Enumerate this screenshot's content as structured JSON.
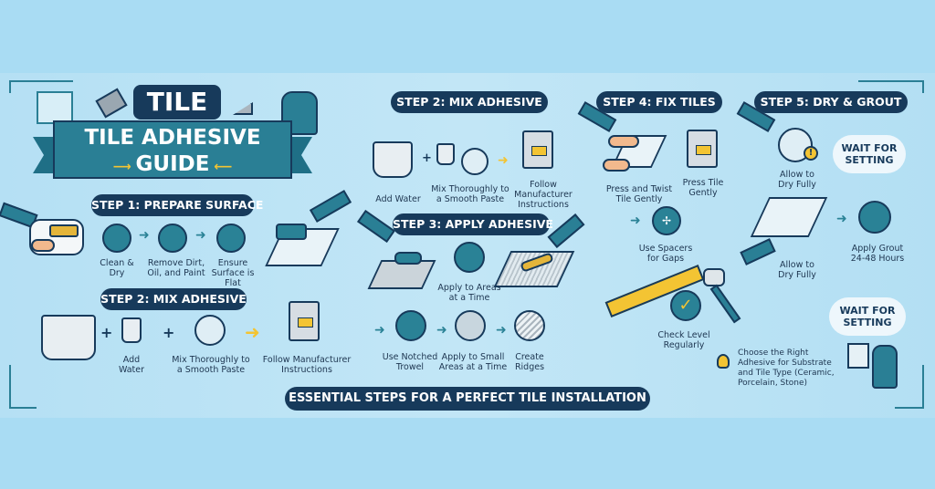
{
  "header": {
    "tile": "TILE",
    "title_line1": "TILE ADHESIVE",
    "title_line2": "GUIDE"
  },
  "left": {
    "step1": {
      "title": "STEP 1: PREPARE SURFACE",
      "items": [
        "Clean & Dry",
        "Remove Dirt, Oil, and Paint",
        "Ensure Surface is Flat"
      ]
    },
    "step2": {
      "title": "STEP 2: MIX ADHESIVE",
      "items": [
        "Add Water",
        "Mix Thoroughly to a Smooth Paste",
        "Follow Manufacturer Instructions"
      ]
    }
  },
  "middle": {
    "step2": {
      "title": "STEP 2: MIX ADHESIVE",
      "items": [
        "Add Water",
        "Mix Thoroughly to a Smooth Paste",
        "Follow Manufacturer Instructions"
      ]
    },
    "step3": {
      "title": "STEP 3: APPLY ADHESIVE",
      "top_item": "Apply to Areas at a Time",
      "items": [
        "Use Notched Trowel",
        "Apply to Small Areas at a Time",
        "Create Ridges"
      ]
    }
  },
  "step4": {
    "title": "STEP 4: FIX TILES",
    "items": [
      "Press and Twist Tile Gently",
      "Press Tile Gently",
      "Use Spacers for Gaps",
      "Check Level Regularly"
    ]
  },
  "step5": {
    "title": "STEP 5: DRY & GROUT",
    "items": [
      "Allow to Dry Fully",
      "Allow to Dry Fully",
      "Apply Grout 24-48 Hours"
    ],
    "cloud1": "WAIT FOR SETTING",
    "cloud2": "WAIT FOR SETTING"
  },
  "tip": "Choose the Right Adhesive for Substrate and Tile Type (Ceramic, Porcelain, Stone)",
  "footer": "ESSENTIAL STEPS FOR A PERFECT TILE INSTALLATION",
  "colors": {
    "background": "#a9dcf3",
    "navy": "#173a5b",
    "teal": "#2a8296",
    "accent": "#f3c433"
  },
  "icons": [
    "brush-icon",
    "sponge-icon",
    "level-surface-icon",
    "bucket-icon",
    "water-drop-icon",
    "mixing-bowl-icon",
    "adhesive-bag-icon",
    "notched-trowel-icon",
    "ridges-icon",
    "spacer-icon",
    "spirit-level-icon",
    "mallet-icon",
    "check-icon",
    "clock-icon",
    "grout-icon",
    "lightbulb-icon",
    "worker-icon"
  ]
}
